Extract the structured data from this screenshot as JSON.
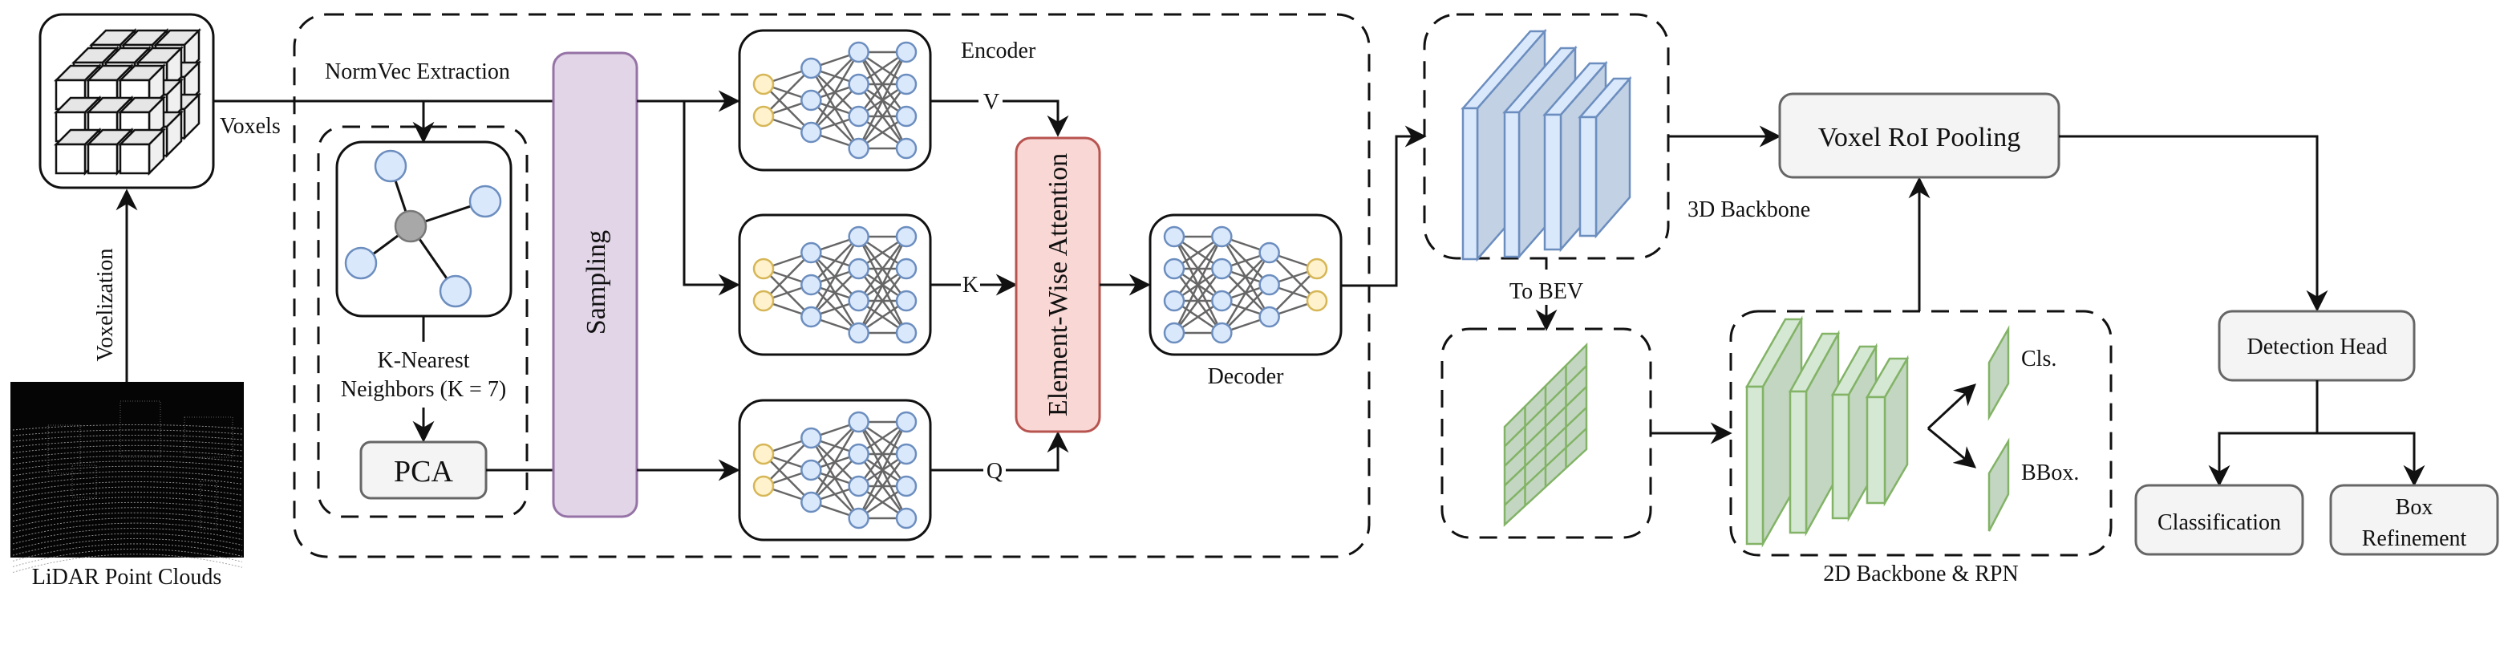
{
  "figure": {
    "inputs": {
      "voxels_label": "Voxels",
      "voxelization_label": "Voxelization",
      "lidar_label": "LiDAR Point Clouds"
    },
    "normvec": {
      "title": "NormVec Extraction",
      "knn_line1": "K-Nearest",
      "knn_line2": "Neighbors (K = 7)",
      "pca_label": "PCA",
      "sampling_label": "Sampling"
    },
    "attention": {
      "encoder_label": "Encoder",
      "v_label": "V",
      "k_label": "K",
      "q_label": "Q",
      "attention_label": "Element-Wise Attention",
      "decoder_label": "Decoder"
    },
    "backbone": {
      "backbone3d_label": "3D Backbone",
      "to_bev_label": "To BEV",
      "backbone2d_label": "2D Backbone & RPN",
      "cls_label": "Cls.",
      "bbox_label": "BBox."
    },
    "head": {
      "roi_pooling_label": "Voxel RoI Pooling",
      "detection_head_label": "Detection Head",
      "classification_label": "Classification",
      "box_refinement_line1": "Box",
      "box_refinement_line2": "Refinement"
    },
    "colors": {
      "node_blue_fill": "#dae8fc",
      "node_blue_stroke": "#6c8ebf",
      "node_yellow_fill": "#fff2cc",
      "node_yellow_stroke": "#d6b656",
      "sampling_fill": "#e1d5e7",
      "sampling_stroke": "#9673a6",
      "attention_fill": "#f8d7d4",
      "attention_stroke": "#b85450",
      "green_fill": "#d5e8d4",
      "green_stroke": "#82b366",
      "blue_layer_fill": "#dae8fc"
    }
  }
}
